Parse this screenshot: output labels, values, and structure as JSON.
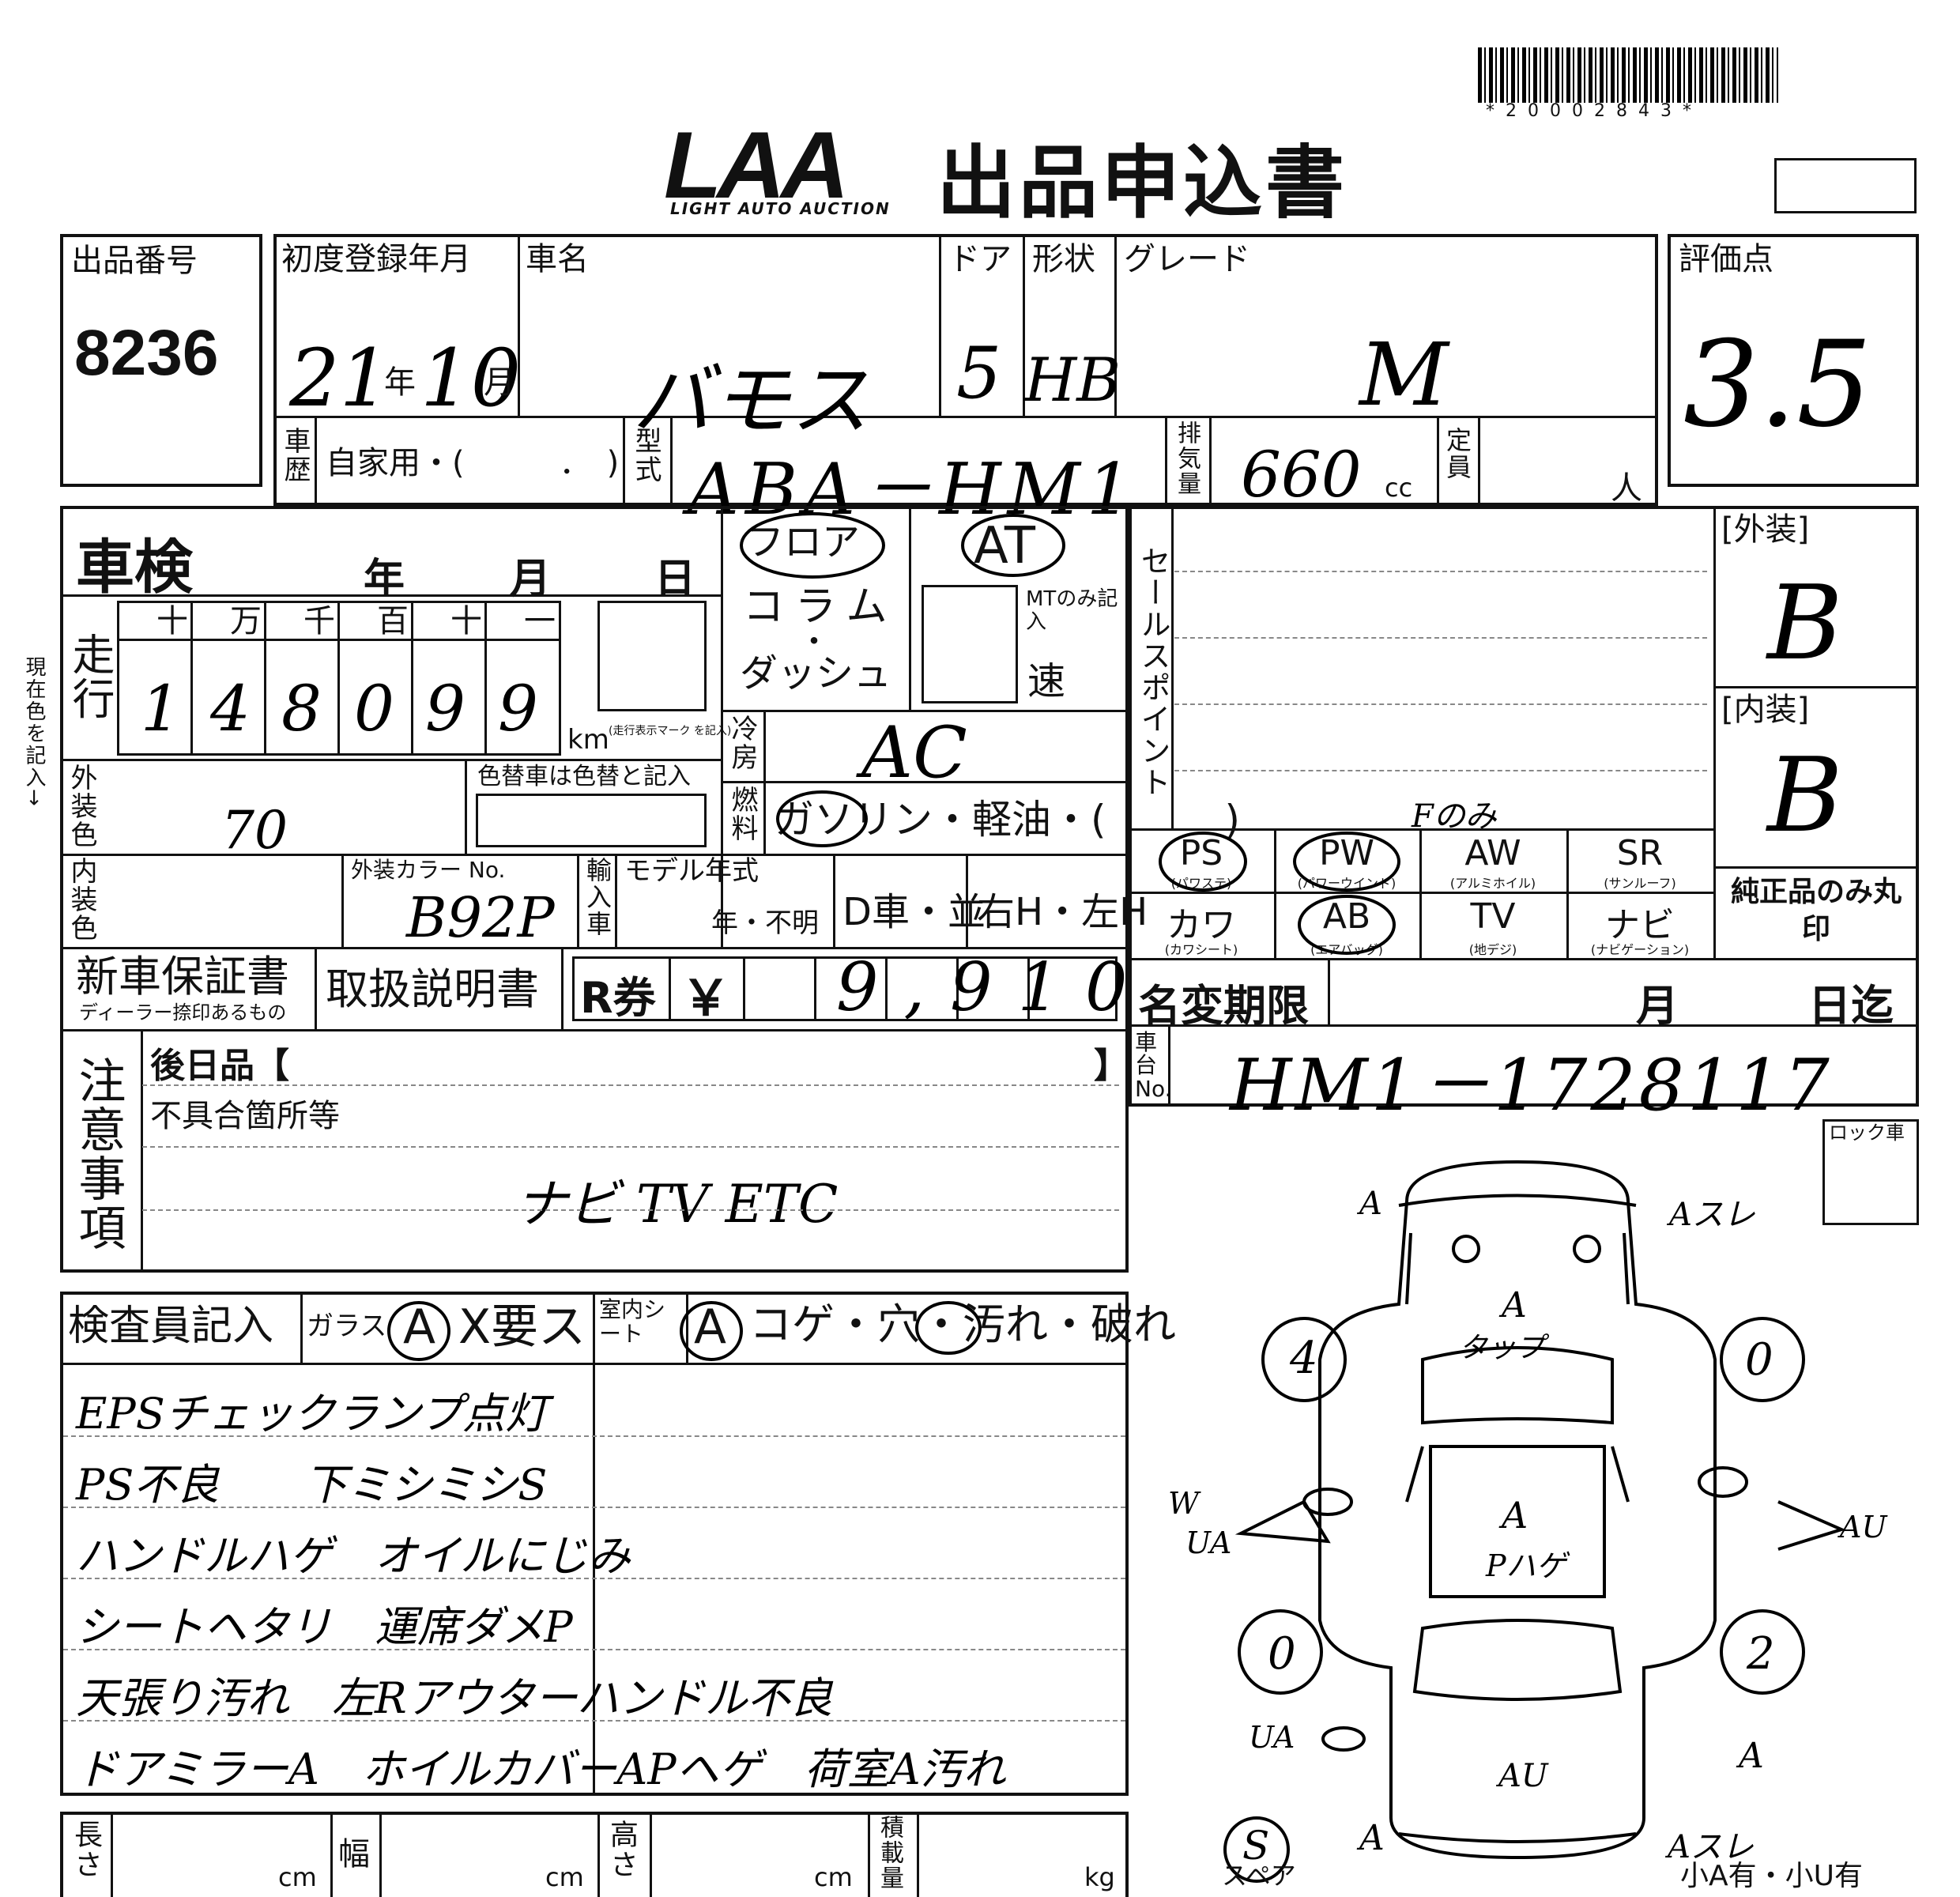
{
  "header": {
    "logo_text": "LAA",
    "logo_subtitle": "LIGHT AUTO AUCTION",
    "title": "出品申込書",
    "barcode_number": "*20002843*"
  },
  "listing": {
    "lot_label": "出品番号",
    "lot_number": "8236",
    "first_reg_label": "初度登録年月",
    "first_reg_year": "21",
    "year_label": "年",
    "first_reg_month": "10",
    "month_label": "月",
    "car_name_label": "車名",
    "car_name": "バモス",
    "door_label": "ドア",
    "doors": "5",
    "shape_label": "形状",
    "shape": "HB",
    "grade_label": "グレード",
    "grade": "M",
    "score_label": "評価点",
    "score": "3.5"
  },
  "history": {
    "label": "車歴",
    "value": "自家用・(　　　．　)",
    "model_label": "型式",
    "model": "ABA－HM1",
    "displacement_label": "排気量",
    "displacement": "660",
    "cc_unit": "cc",
    "capacity_label": "定員",
    "capacity_unit": "人"
  },
  "inspection": {
    "label": "車検",
    "year": "年",
    "month": "月",
    "day": "日",
    "mileage_label": "走行",
    "digit_headers": [
      "十",
      "万",
      "千",
      "百",
      "十",
      "一"
    ],
    "mileage_digits": [
      "1",
      "4",
      "8",
      "0",
      "9",
      "9"
    ],
    "km_unit": "km",
    "km_note": "(走行表示マーク を記入)",
    "side_note": "現在色を記入→"
  },
  "colors": {
    "ext_label": "外装色",
    "ext_value": "70",
    "repaint_label": "色替車は色替と記入",
    "int_label": "内装色",
    "color_no_label": "外装カラー No.",
    "color_no": "B92P",
    "import_label": "輸入車",
    "model_year_label": "モデル年式",
    "model_year_value": "年・不明",
    "dealer": "D車・並",
    "handle": "右H・左H"
  },
  "shift": {
    "floor": "フロア",
    "column": "コラム",
    "dot": "・",
    "dash": "ダッシュ",
    "at": "AT",
    "mt_note": "MTのみ記入",
    "speed": "速",
    "ac_label": "冷房",
    "ac_value": "AC",
    "fuel_label": "燃料",
    "fuel_value": "ガソリン・軽油・(　　　)"
  },
  "sales": {
    "label": "セールスポイント",
    "ext_grade_label": "[外装]",
    "ext_grade": "B",
    "int_grade_label": "[内装]",
    "int_grade": "B",
    "front_only": "Fのみ",
    "genuine_label": "純正品のみ丸印",
    "equipment": [
      {
        "name": "PS",
        "sub": "(パワステ)"
      },
      {
        "name": "PW",
        "sub": "(パワーウインド)"
      },
      {
        "name": "AW",
        "sub": "(アルミホイル)"
      },
      {
        "name": "SR",
        "sub": "(サンルーフ)"
      },
      {
        "name": "カワ",
        "sub": "(カワシート)"
      },
      {
        "name": "AB",
        "sub": "(エアバッグ)"
      },
      {
        "name": "TV",
        "sub": "(地デジ)"
      },
      {
        "name": "ナビ",
        "sub": "(ナビゲーション)"
      }
    ]
  },
  "documents": {
    "warranty": "新車保証書",
    "warranty_sub": "ディーラー捺印あるもの",
    "manual": "取扱説明書",
    "r_ticket": "R券",
    "yen": "￥",
    "amount": "9,910"
  },
  "name_change": {
    "label": "名変期限",
    "month": "月",
    "day": "日迄"
  },
  "chassis": {
    "label": "車台No.",
    "value": "HM1－1728117"
  },
  "notes": {
    "label": "注意事項",
    "later_label": "後日品【",
    "later_close": "】",
    "defect_label": "不具合箇所等",
    "defect_value": "ナビ TV ETC"
  },
  "inspector": {
    "label": "検査員記入",
    "glass_label": "ガラス",
    "glass_value": "A",
    "glass_rest": "X要ス",
    "seat_label": "室内シート",
    "seat_value": "A",
    "seat_rest": "コゲ・穴・汚れ・破れ",
    "lines": [
      "EPSチェックランプ点灯",
      "PS不良　　下ミシミシS",
      "ハンドルハゲ　オイルにじみ",
      "シートヘタリ　運席ダメP",
      "天張り汚れ　左Rアウターハンドル不良",
      "ドアミラーA　ホイルカバーAPヘゲ　荷室A汚れ"
    ]
  },
  "diagram": {
    "lock_label": "ロック車",
    "spare_label": "スペア",
    "small_note": "小A有・小U有",
    "marks": [
      "A",
      "Aスレ",
      "A",
      "タップ",
      "4",
      "0",
      "A",
      "Pハゲ",
      "W",
      "UA",
      "AU",
      "0",
      "2",
      "UA",
      "AU",
      "A",
      "A",
      "Aスレ",
      "S"
    ]
  },
  "dimensions": {
    "length_label": "長さ",
    "width_label": "幅",
    "height_label": "高さ",
    "load_label": "積載量",
    "cm": "cm",
    "kg": "kg"
  }
}
